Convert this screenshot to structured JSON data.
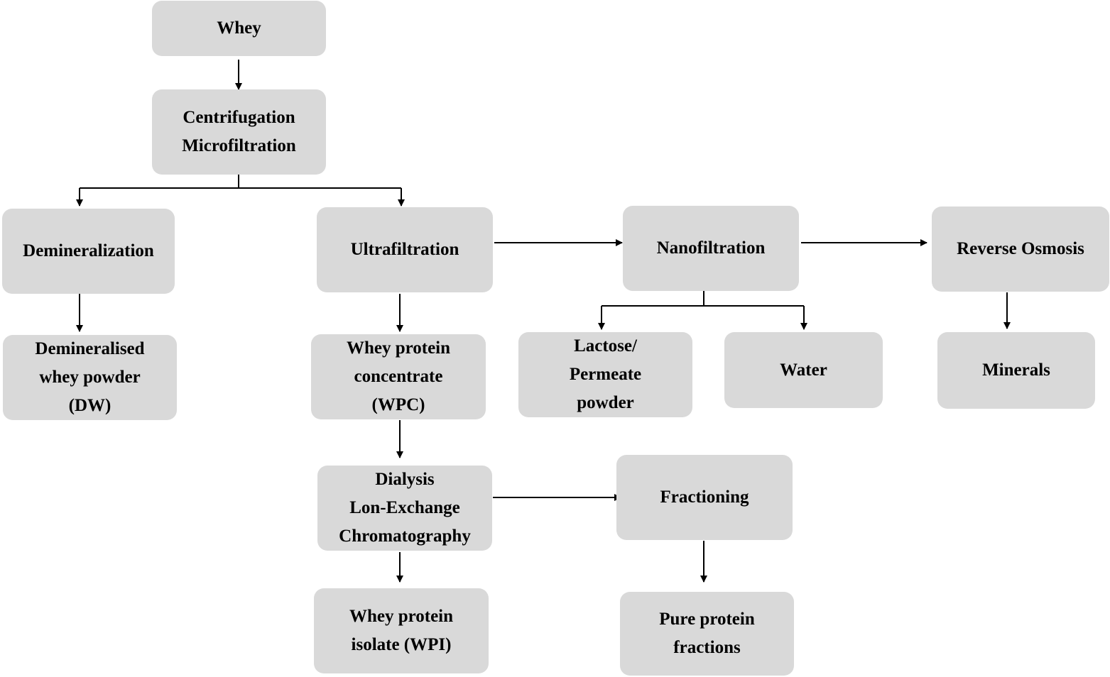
{
  "nodes": {
    "whey": "Whey",
    "centrifugation": "Centrifugation\nMicrofiltration",
    "demineralization": "Demineralization",
    "ultrafiltration": "Ultrafiltration",
    "nanofiltration": "Nanofiltration",
    "reverse_osmosis": "Reverse  Osmosis",
    "demineralised_powder": "Demineralised\nwhey powder\n(DW)",
    "wpc": "Whey protein\nconcentrate\n(WPC)",
    "lactose": "Lactose/\nPermeate\npowder",
    "water": "Water",
    "minerals": "Minerals",
    "dialysis": "Dialysis\nLon-Exchange\nChromatography",
    "fractioning": "Fractioning",
    "wpi": "Whey protein\nisolate (WPI)",
    "pure_protein": "Pure protein\nfractions"
  },
  "colors": {
    "node_fill": "#d9d9d9",
    "line": "#000000"
  }
}
